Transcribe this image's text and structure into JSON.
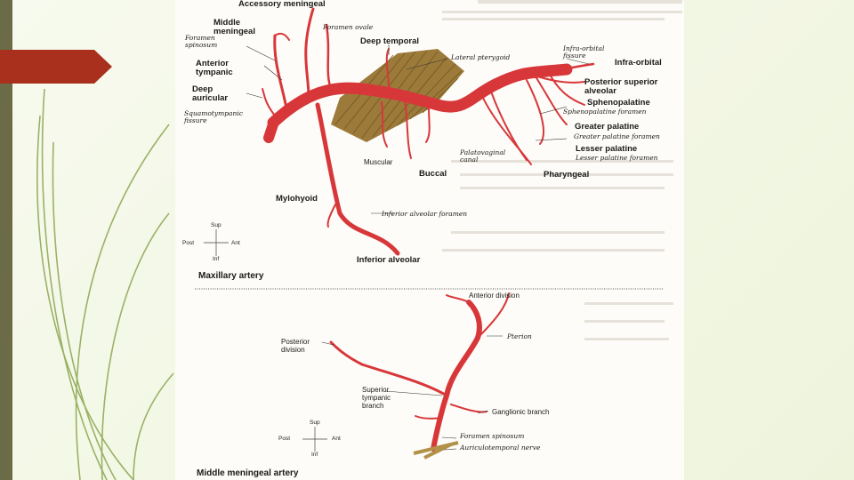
{
  "slide": {
    "colors": {
      "bar": "#6c6b47",
      "accent": "#a8301c",
      "artery": "#d8373a",
      "muscle": "#8a6a2f",
      "background": "#f3f7e6"
    }
  },
  "maxillary": {
    "caption": "Maxillary artery",
    "labels": {
      "accessory_meningeal": "Accessory meningeal",
      "foramen_ovale": "Foramen ovale",
      "middle_meningeal": "Middle\nmeningeal",
      "foramen_spinosum": "Foramen\nspinosum",
      "anterior_tympanic": "Anterior\ntympanic",
      "deep_auricular": "Deep\nauricular",
      "squamotympanic_fissure": "Squamotympanic\nfissure",
      "deep_temporal": "Deep temporal",
      "lateral_pterygoid": "Lateral pterygoid",
      "infraorbital_fissure": "Infra-orbital\nfissure",
      "infraorbital": "Infra-orbital",
      "posterior_superior_alveolar": "Posterior superior\nalveolar",
      "sphenopalatine": "Sphenopalatine",
      "sphenopalatine_foramen": "Sphenopalatine foramen",
      "greater_palatine": "Greater palatine",
      "greater_palatine_foramen": "Greater palatine foramen",
      "lesser_palatine": "Lesser palatine",
      "lesser_palatine_foramen": "Lesser palatine foramen",
      "palatovaginal_canal": "Palatovaginal\ncanal",
      "pharyngeal": "Pharyngeal",
      "muscular": "Muscular",
      "buccal": "Buccal",
      "mylohyoid": "Mylohyoid",
      "inferior_alveolar_foramen": "Inferior alveolar foramen",
      "inferior_alveolar": "Inferior alveolar"
    },
    "orientation": {
      "sup": "Sup",
      "inf": "Inf",
      "post": "Post",
      "ant": "Ant"
    }
  },
  "middle_meningeal": {
    "caption": "Middle meningeal artery",
    "labels": {
      "anterior_division": "Anterior division",
      "pterion": "Pterion",
      "posterior_division": "Posterior\ndivision",
      "superior_tympanic": "Superior\ntympanic\nbranch",
      "ganglionic_branch": "Ganglionic branch",
      "foramen_spinosum": "Foramen spinosum",
      "auriculotemporal_nerve": "Auriculotemporal nerve"
    },
    "orientation": {
      "sup": "Sup",
      "inf": "Inf",
      "post": "Post",
      "ant": "Ant"
    }
  }
}
